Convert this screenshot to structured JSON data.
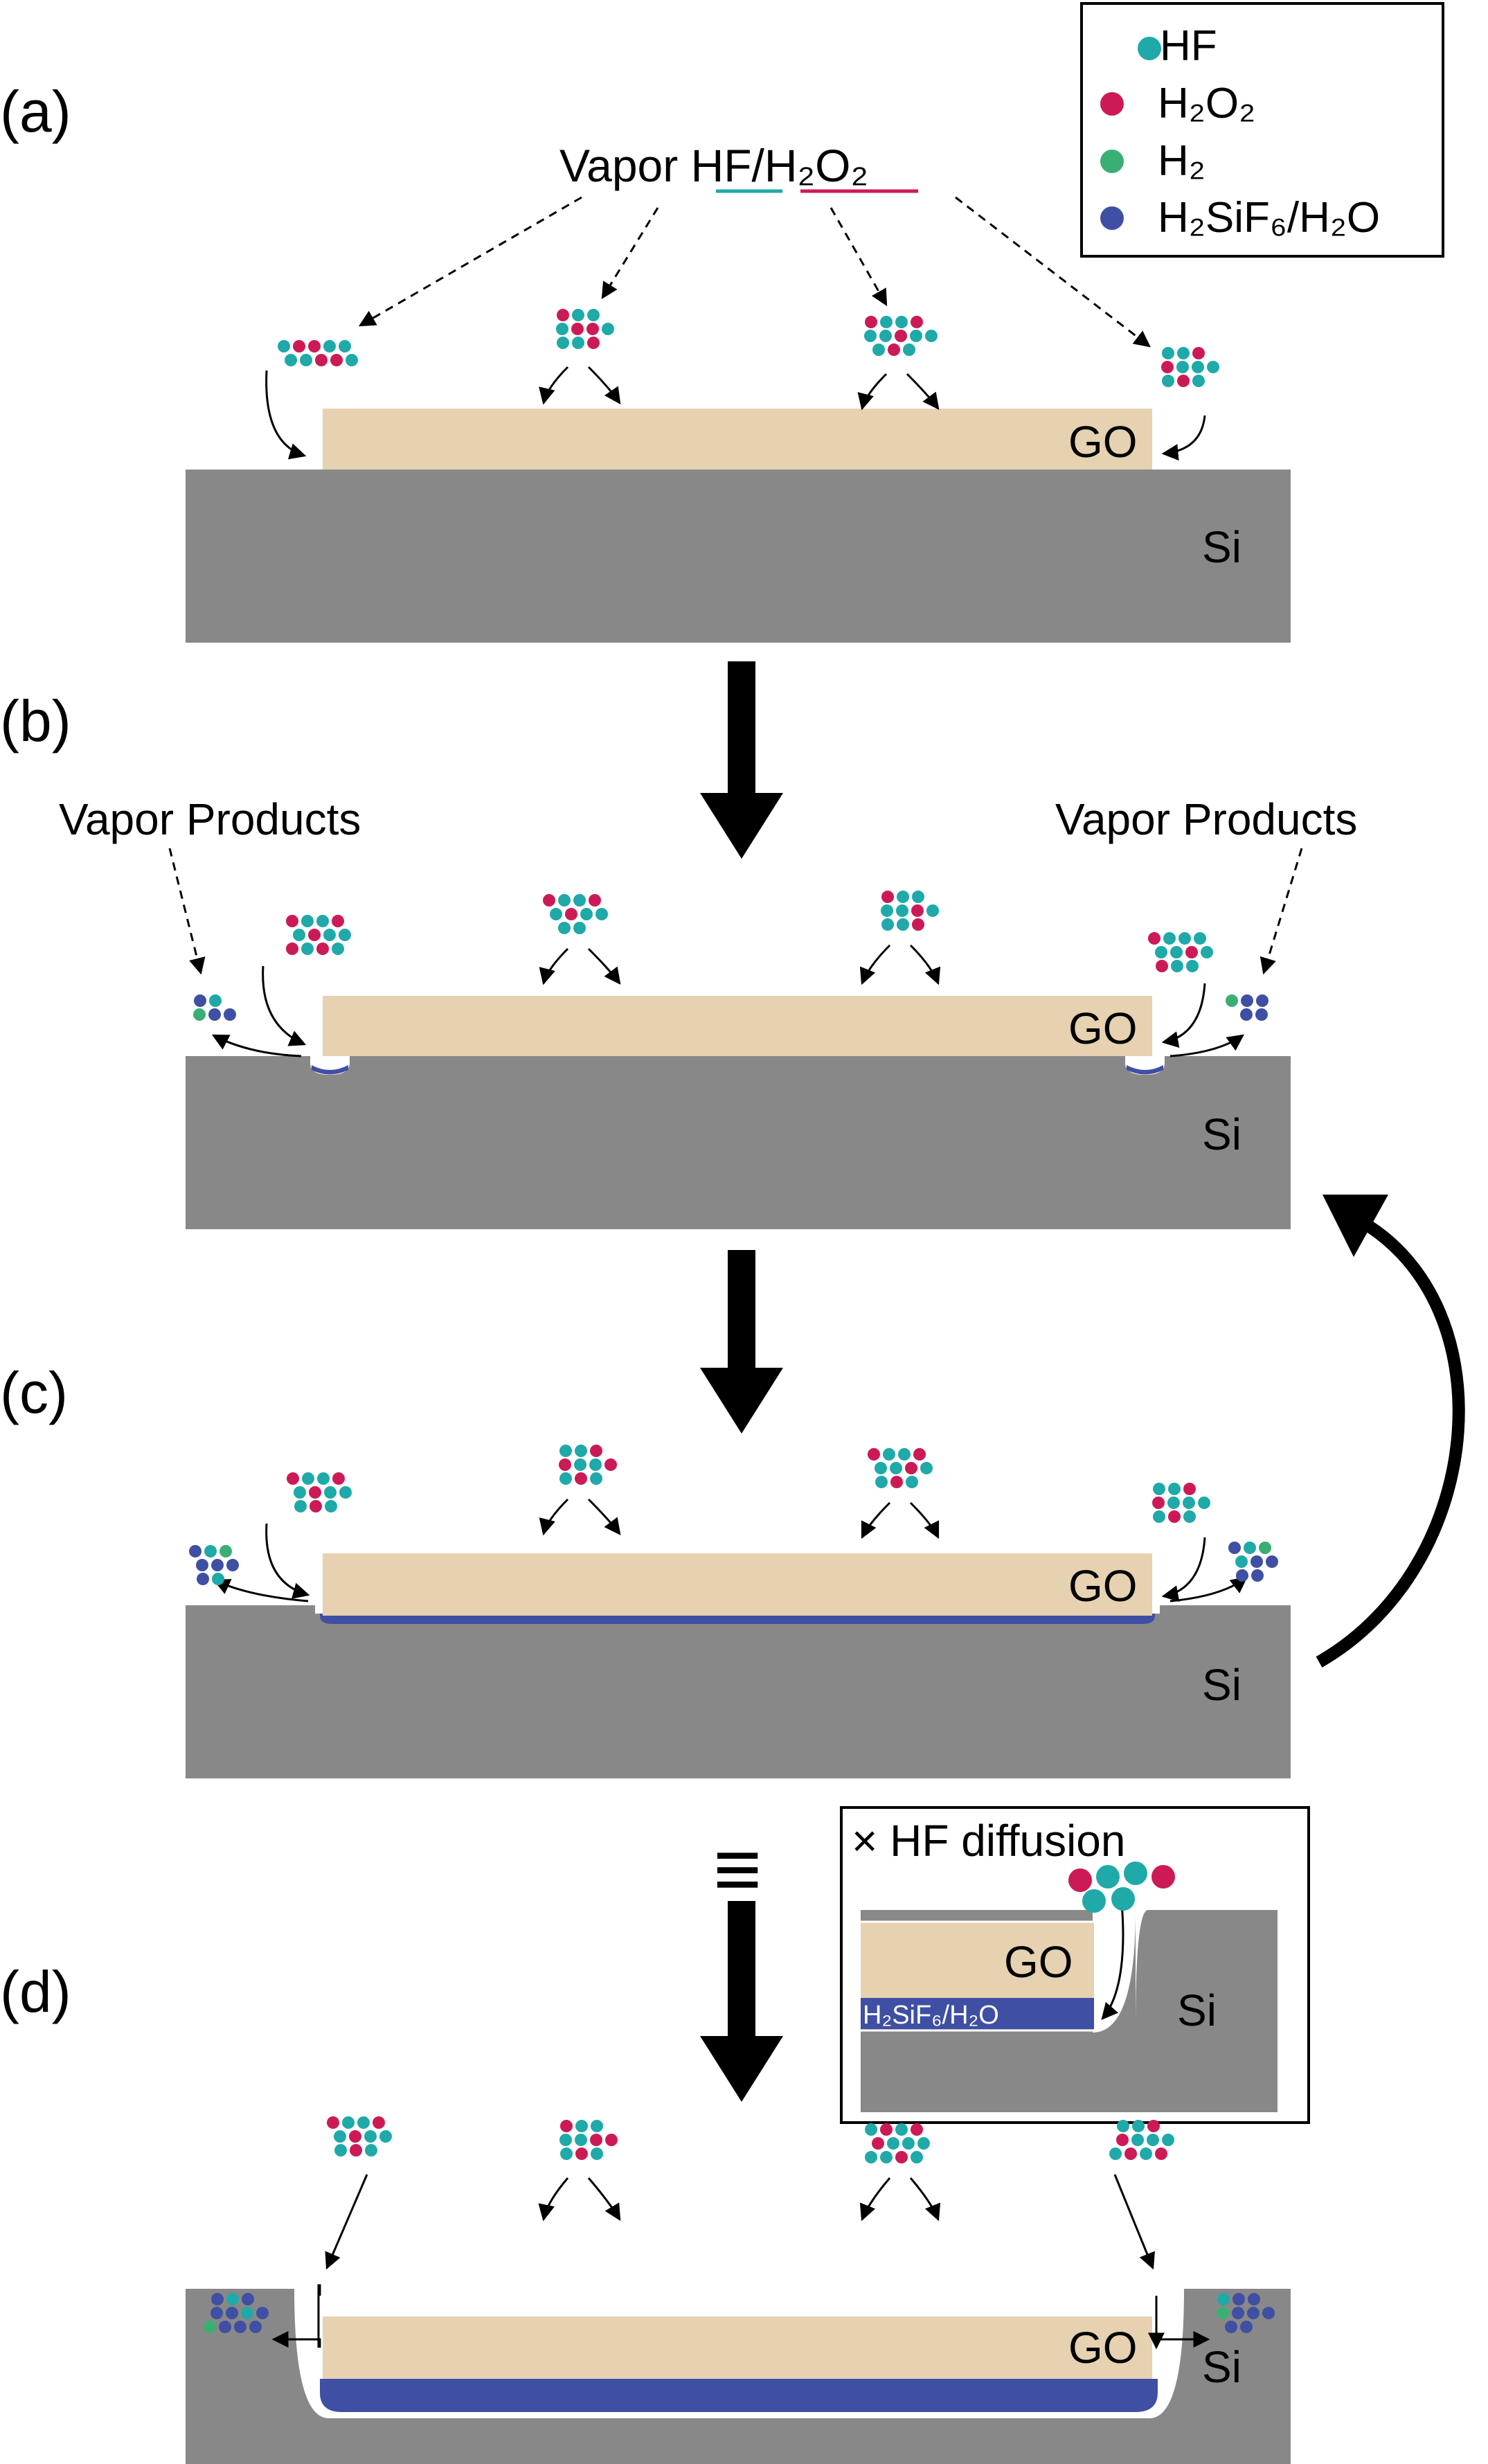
{
  "colors": {
    "hf": "#1fa9a9",
    "h2o2": "#cc1a57",
    "h2": "#3aaf74",
    "h2sif6": "#3f4fa3",
    "go": "#e6d1b0",
    "si": "#888888",
    "outline": "#000000"
  },
  "legend": {
    "items": [
      {
        "label": "HF",
        "color": "#1fa9a9"
      },
      {
        "label": "H₂O₂",
        "color": "#cc1a57"
      },
      {
        "label": "H₂",
        "color": "#3aaf74"
      },
      {
        "label": "H₂SiF₆/H₂O",
        "color": "#3f4fa3"
      }
    ]
  },
  "labels": {
    "panel_a": "(a)",
    "panel_b": "(b)",
    "panel_c": "(c)",
    "panel_d": "(d)",
    "vapor_prefix": "Vapor ",
    "vapor_hf": "HF",
    "vapor_slash": "/",
    "vapor_h2o2": "H₂O₂",
    "vapor_products_left": "Vapor Products",
    "vapor_products_right": "Vapor Products",
    "go": "GO",
    "si": "Si",
    "equiv": "≡"
  },
  "inset": {
    "title": "× HF diffusion",
    "go": "GO",
    "si": "Si",
    "layer": "H₂SiF₆/H₂O"
  }
}
